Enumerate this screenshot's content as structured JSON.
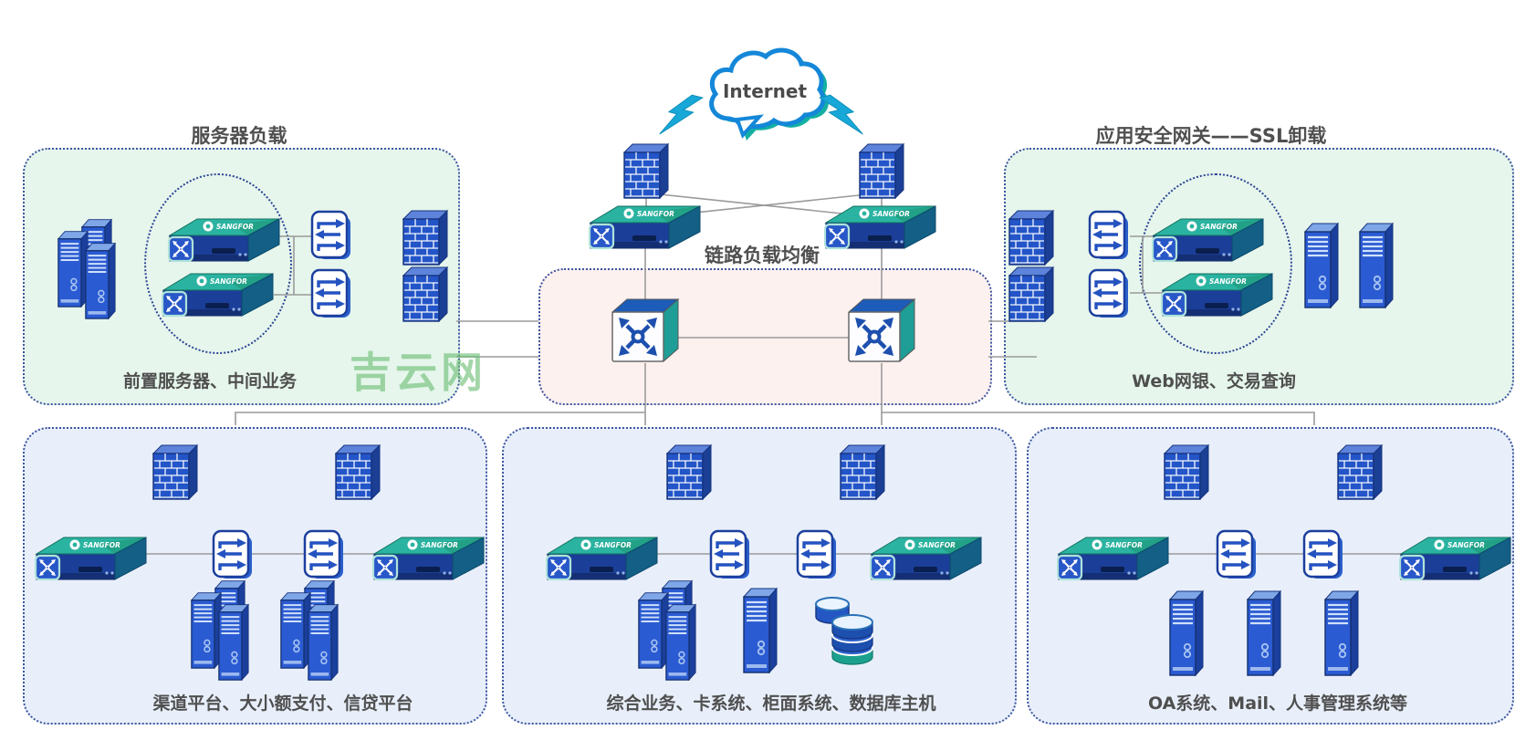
{
  "page": {
    "watermark": "吉云网"
  },
  "internet": {
    "label": "Internet"
  },
  "link_load_balancer": {
    "label": "链路负载均衡"
  },
  "brand": {
    "name": "SANGFOR"
  },
  "zones": {
    "server_load": {
      "title": "服务器负载",
      "caption": "前置服务器、中间业务"
    },
    "app_gateway": {
      "title": "应用安全网关——SSL卸载",
      "caption": "Web网银、交易查询"
    },
    "channel": {
      "caption": "渠道平台、大小额支付、信贷平台"
    },
    "core_business": {
      "caption": "综合业务、卡系统、柜面系统、数据库主机"
    },
    "office": {
      "caption": "OA系统、Mail、人事管理系统等"
    }
  },
  "colors": {
    "zone_green": "#e6f6ec",
    "zone_pink": "#fdf1ef",
    "zone_blue": "#e8effa",
    "zone_border": "#3d55a0",
    "device_blue": "#2456c6",
    "device_navy": "#16337e",
    "device_teal": "#2ab3a0",
    "wire_gray": "#9a9a9a",
    "label_ink": "#4f4f4f",
    "watermark_green": "#6cbe74"
  }
}
